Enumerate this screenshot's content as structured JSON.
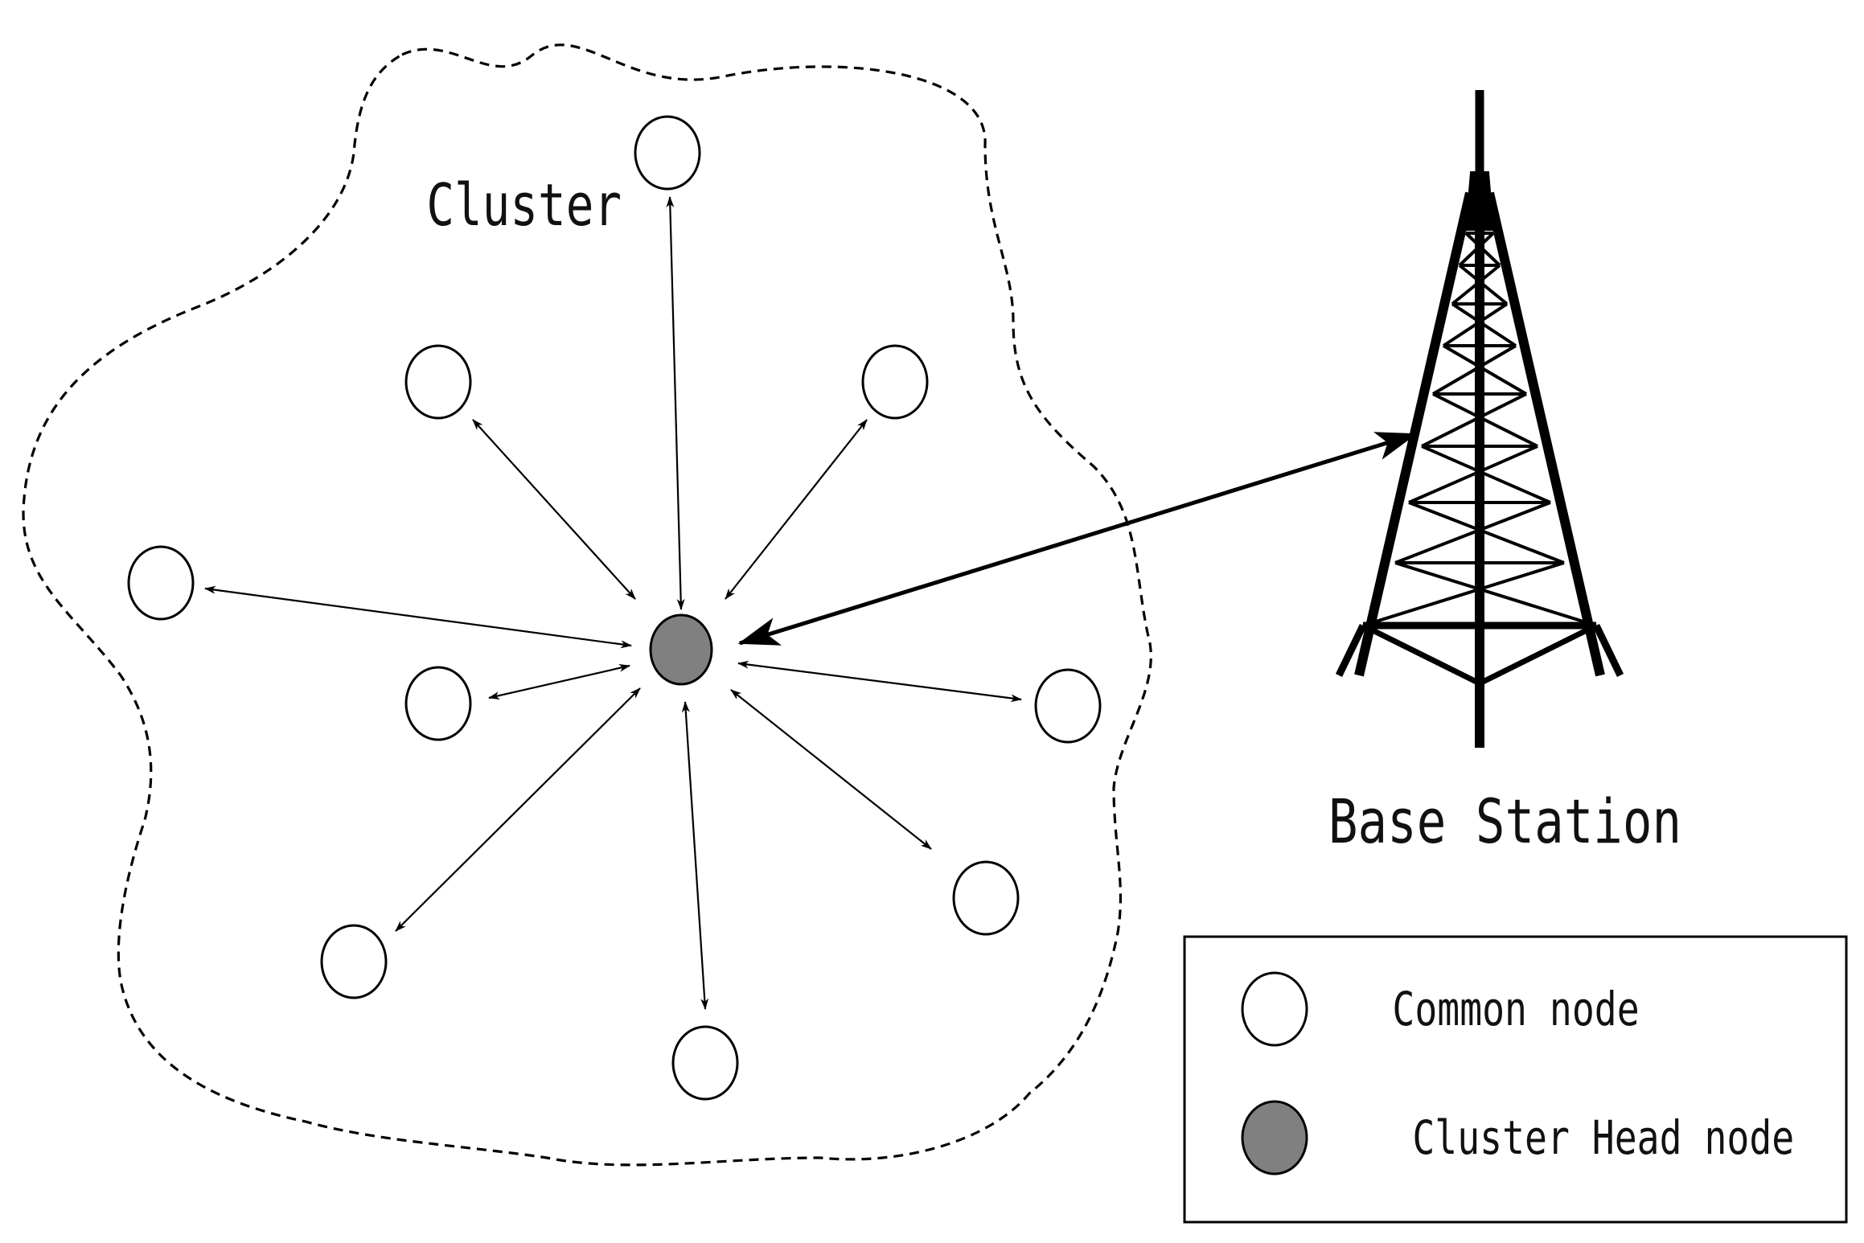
{
  "cluster": {
    "label": "Cluster"
  },
  "base_station": {
    "label": "Base Station"
  },
  "legend": {
    "items": [
      {
        "label": "Common node",
        "fill": "#ffffff"
      },
      {
        "label": "Cluster Head node",
        "fill": "#808080"
      }
    ]
  },
  "colors": {
    "common_node_fill": "#ffffff",
    "cluster_head_fill": "#808080",
    "stroke": "#000000"
  }
}
